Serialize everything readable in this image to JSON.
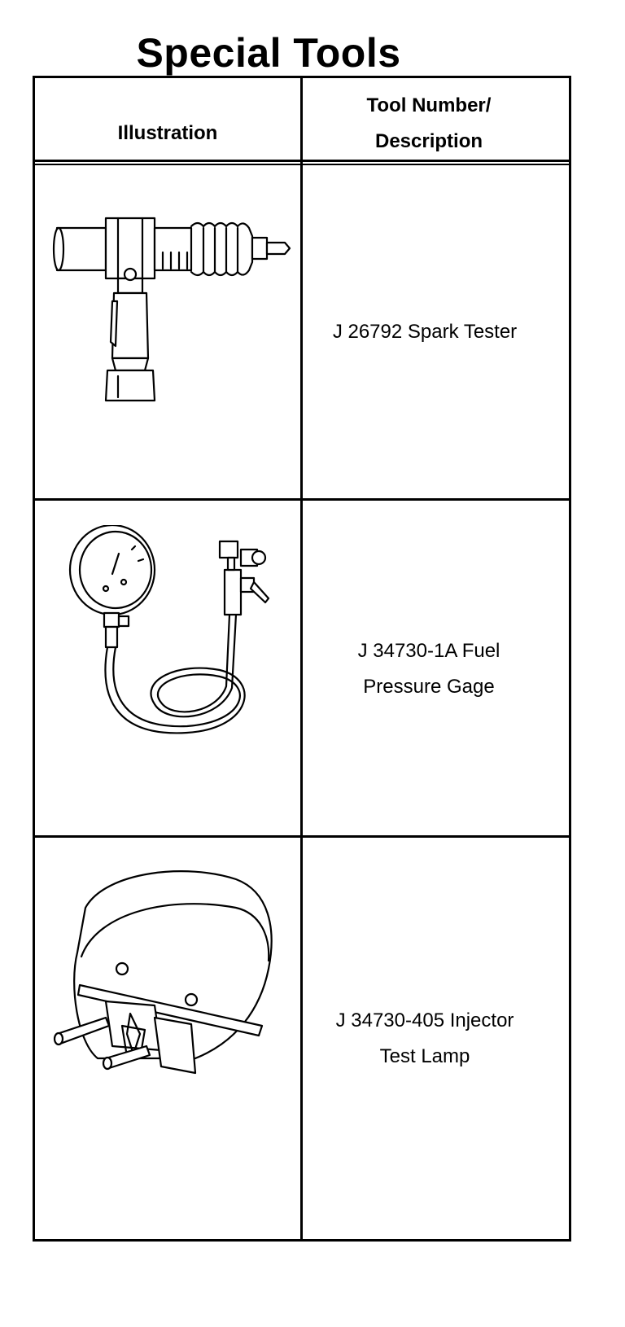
{
  "title": "Special Tools",
  "header": {
    "illustration": "Illustration",
    "description": "Tool Number/\nDescription"
  },
  "rows": [
    {
      "illustration_icon": "spark-tester-icon",
      "description": "J 26792 Spark Tester"
    },
    {
      "illustration_icon": "fuel-pressure-gage-icon",
      "description": "J 34730-1A Fuel\nPressure Gage"
    },
    {
      "illustration_icon": "injector-test-lamp-icon",
      "description": "J 34730-405 Injector\nTest Lamp"
    }
  ]
}
